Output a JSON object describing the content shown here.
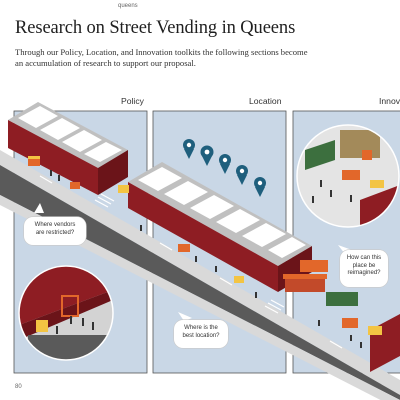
{
  "header": {
    "section": "queens"
  },
  "title": "Research on Street Vending in Queens",
  "subtitle": "Through our Policy, Location, and Innovation toolkits the following sections become an accumulation of research to support our proposal.",
  "panels": [
    {
      "label": "Policy",
      "question": "Where vendors are restricted?"
    },
    {
      "label": "Location",
      "question": "Where is the best location?"
    },
    {
      "label": "Innov",
      "question": "How can this place be reimagined?"
    }
  ],
  "page_number": "80",
  "colors": {
    "building": "#8e1d23",
    "panel_bg": "#c9d7e6",
    "street": "#555555",
    "pin": "#1f5f7d"
  }
}
